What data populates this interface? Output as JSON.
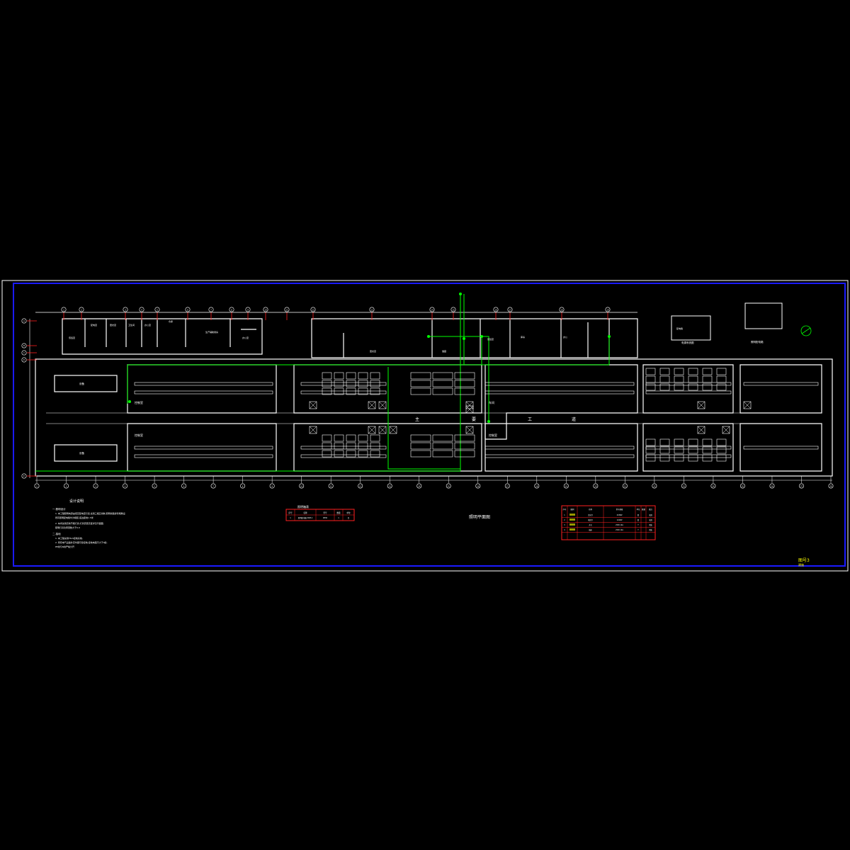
{
  "drawing": {
    "title": "照明平面图",
    "stamp": "图号3",
    "stamp_sub": "建施",
    "colors": {
      "background": "#000000",
      "frame_outer": "#ffffff",
      "frame_inner": "#1a1aff",
      "walls": "#ffffff",
      "wiring": "#00ff00",
      "axis_markers": "#ff2020",
      "table_border": "#ff2020",
      "highlight_text": "#ffff00"
    }
  },
  "notes": {
    "heading": "设计说明",
    "sections": [
      {
        "title": "一.照明设计",
        "items": [
          "1. 本工程照明电源由低压配电室引来,采用三相五线制,照明线路穿管暗敷设",
          "   所有照明配电箱均为暗装,底边距地1.5米",
          "2. 车间采用高效节能灯具,灯具安装高度详见平面图,",
          "   照明灯具功率因数大于0.9"
        ]
      },
      {
        "title": "二.接地",
        "items": [
          "1. 本工程采用TN-S接地系统,",
          "2. 所有电气设备外壳均需可靠接地,接地电阻不大于4欧,",
          "   PE线与N线严格分开"
        ]
      }
    ]
  },
  "rooms_upper": [
    "值班室",
    "配电室",
    "更衣室",
    "卫生间",
    "办公室",
    "仓库",
    "生产辅助用房",
    "办公室",
    "更衣室",
    "储藏",
    "值班室",
    "库房",
    "办公"
  ],
  "rooms_bay": [
    "控制室",
    "控制室",
    "控制室",
    "车间"
  ],
  "aisle_label": [
    "主",
    "要",
    "工",
    "道"
  ],
  "equipment_tag": "设备",
  "detail_labels": {
    "left": "电源系统图",
    "right": "照明配电箱",
    "panel_small": "配电箱"
  },
  "material_table": {
    "title": "照明箱表",
    "headers": [
      "序号",
      "名称",
      "型号",
      "数量",
      "单位"
    ],
    "rows": [
      [
        "1",
        "照明配电箱 XRM-1",
        "PZ30",
        "1",
        "台"
      ]
    ]
  },
  "legend_table": {
    "headers": [
      "序号",
      "图例",
      "名称",
      "型号规格",
      "单位",
      "数量",
      "备注"
    ],
    "rows": [
      [
        "1",
        "",
        "荧光灯",
        "2X36W",
        "套",
        "",
        "吸顶"
      ],
      [
        "2",
        "",
        "吸顶灯",
        "1X40W",
        "套",
        "",
        "吸顶"
      ],
      [
        "3",
        "",
        "开关",
        "250V 10A",
        "个",
        "",
        "暗装"
      ],
      [
        "4",
        "",
        "插座",
        "250V 10A",
        "个",
        "",
        "暗装"
      ]
    ]
  },
  "axes_top": [
    "1",
    "2",
    "3",
    "4",
    "5",
    "6",
    "7",
    "8",
    "9",
    "10",
    "11",
    "12",
    "13",
    "14",
    "15",
    "16",
    "17",
    "18",
    "19"
  ],
  "axes_bottom": [
    "1",
    "2",
    "3",
    "4",
    "5",
    "6",
    "7",
    "8",
    "9",
    "10",
    "11",
    "12",
    "13",
    "14",
    "15",
    "16",
    "17",
    "18",
    "19",
    "20",
    "21",
    "22",
    "23",
    "24",
    "25",
    "26",
    "27",
    "28"
  ],
  "axes_left": [
    "A",
    "B",
    "C",
    "D",
    "E"
  ]
}
